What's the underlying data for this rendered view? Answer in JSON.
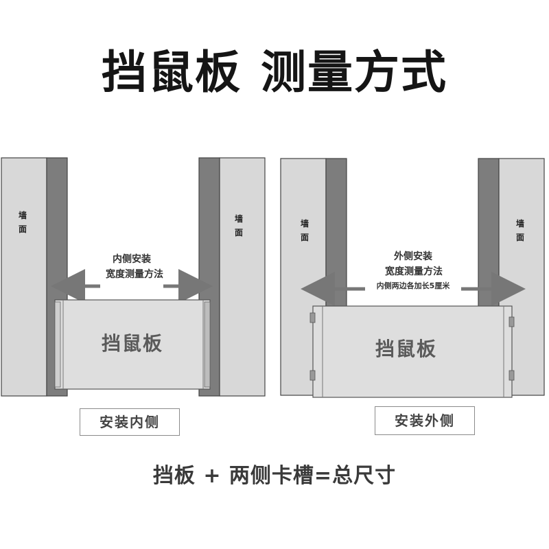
{
  "title": {
    "part1": "挡鼠板",
    "part2": "测量方式"
  },
  "left_panel": {
    "wall_left": [
      "墙",
      "面"
    ],
    "wall_right": [
      "墙",
      "面"
    ],
    "desc_line1": "内侧安装",
    "desc_line2": "宽度测量方法",
    "board_label": "挡鼠板",
    "tag": "安装内侧"
  },
  "right_panel": {
    "wall_left": [
      "墙",
      "面"
    ],
    "wall_right": [
      "墙",
      "面"
    ],
    "desc_line1": "外侧安装",
    "desc_line2": "宽度测量方法",
    "desc_line3": "内侧两边各加长5厘米",
    "board_label": "挡鼠板",
    "tag": "安装外侧"
  },
  "formula": "挡板 + 两侧卡槽=总尺寸",
  "colors": {
    "wall_light": "#d9d9d9",
    "wall_dark": "#7c7c7c",
    "board": "#dedede",
    "arrow": "#777777"
  }
}
